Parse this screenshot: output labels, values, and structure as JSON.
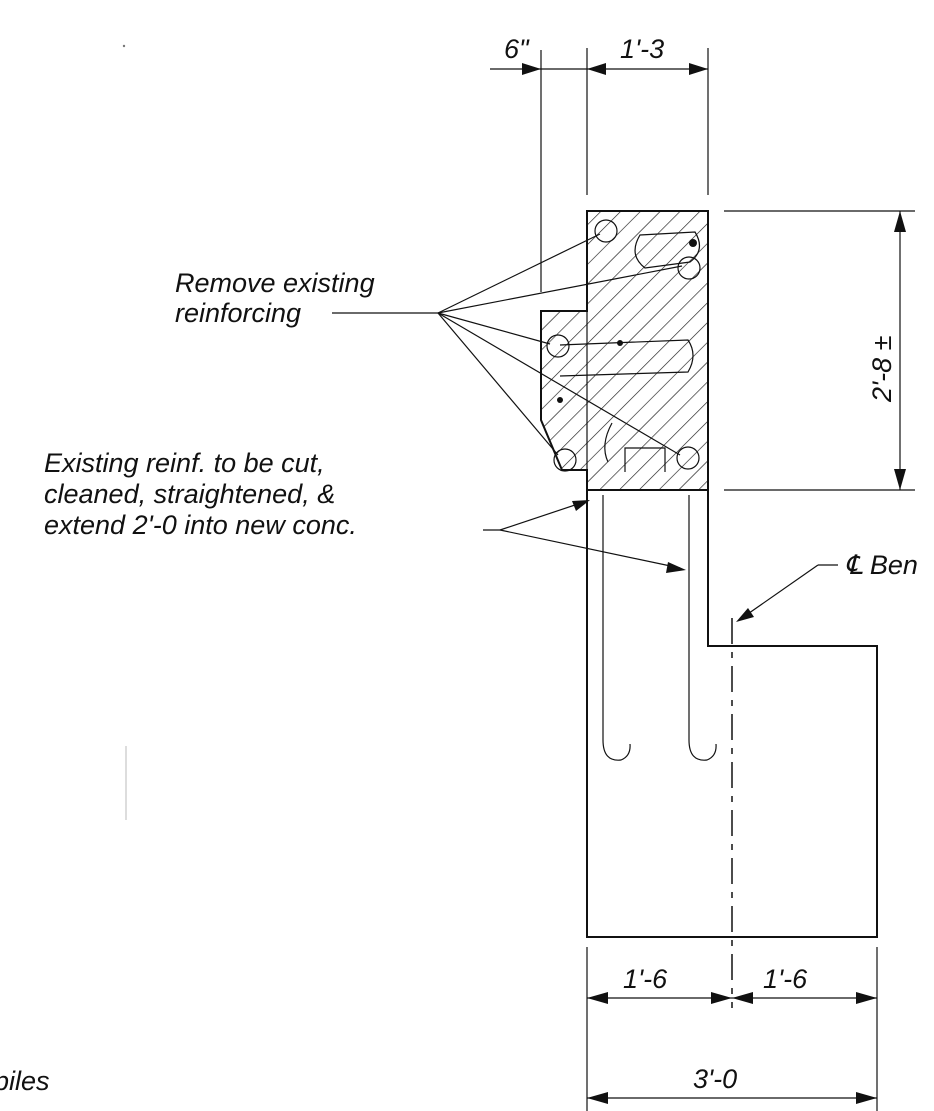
{
  "drawing": {
    "dimensions": {
      "top_left": "6\"",
      "top_right": "1'-3",
      "height": "2'-8 ±",
      "bottom_left": "1'-6",
      "bottom_right": "1'-6",
      "bottom_total": "3'-0"
    },
    "notes": {
      "remove_line1": "Remove existing",
      "remove_line2": "reinforcing",
      "existing_line1": "Existing reinf. to be cut,",
      "existing_line2": "cleaned, straightened, &",
      "existing_line3": "extend 2'-0 into new conc."
    },
    "centerline_label": "℄ Ben",
    "partial_label": "piles"
  }
}
